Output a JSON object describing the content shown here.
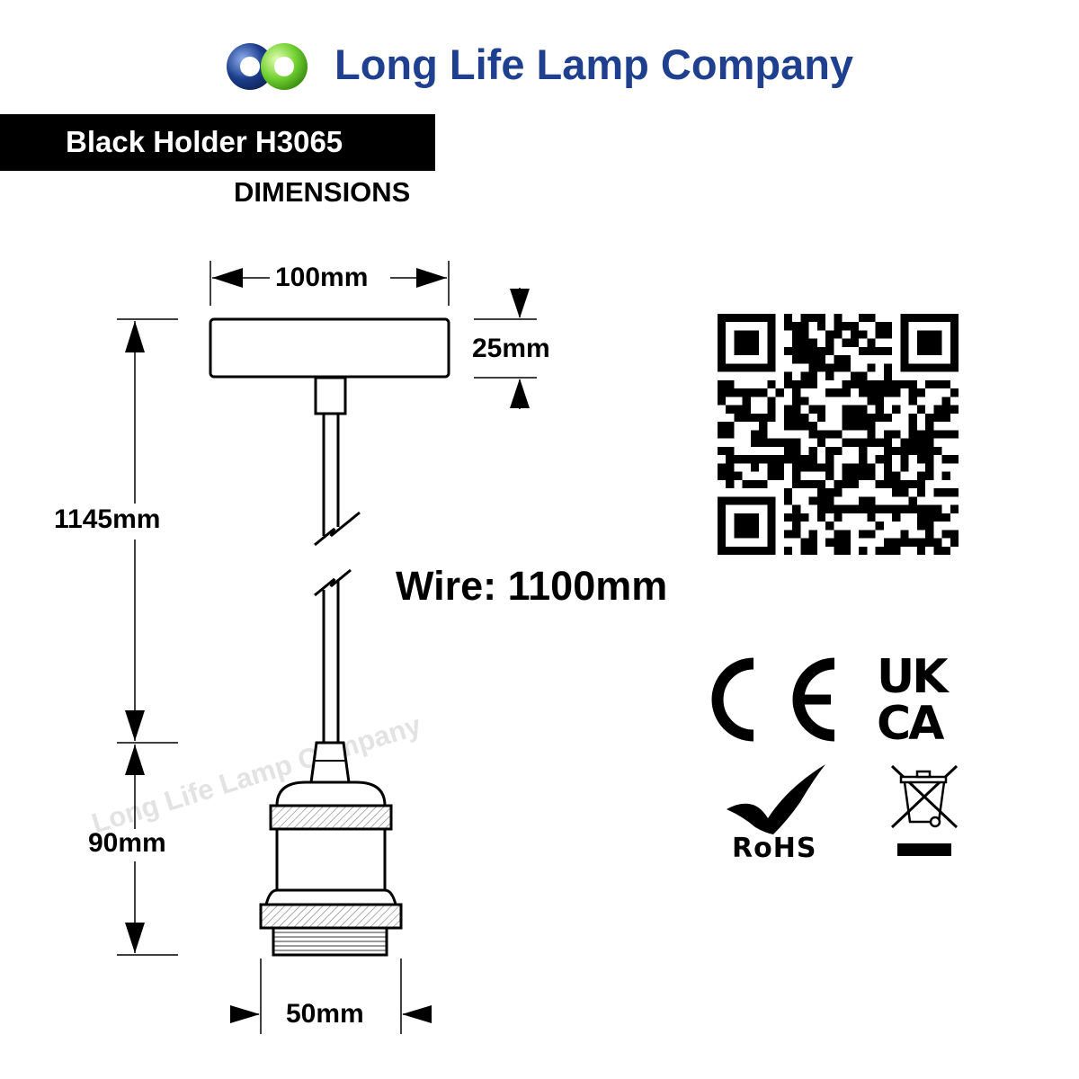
{
  "brand": {
    "name": "Long Life Lamp Company",
    "colors": {
      "blue": "#1f3f8f",
      "green": "#6fcf2f",
      "logo_blue": "#1c3d8c"
    }
  },
  "product": {
    "title": "Black Holder H3065",
    "subtitle": "DIMENSIONS"
  },
  "dimensions": {
    "ceiling_width": "100mm",
    "ceiling_height": "25mm",
    "total_length": "1145mm",
    "holder_height": "90mm",
    "holder_width": "50mm",
    "wire": "Wire: 1100mm"
  },
  "watermark": "Long Life Lamp Company",
  "certifications": {
    "ce": "CE",
    "ukca_line1": "UK",
    "ukca_line2": "CA",
    "rohs": "RoHS",
    "weee": "weee-bin-icon"
  }
}
